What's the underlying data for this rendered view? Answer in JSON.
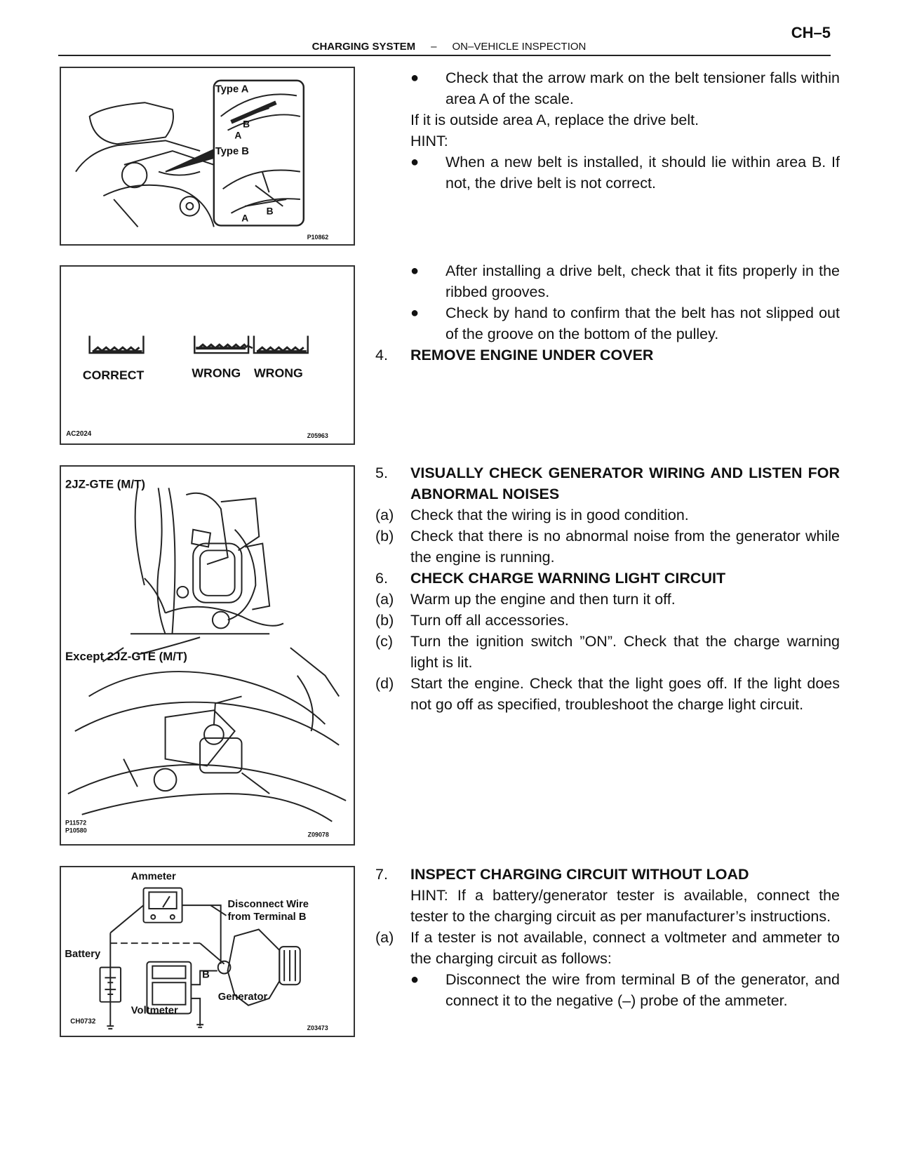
{
  "header": {
    "page_number": "CH–5",
    "section": "CHARGING SYSTEM",
    "separator": "–",
    "subsection": "ON–VEHICLE INSPECTION"
  },
  "figures": {
    "fig1": {
      "label_type_a": "Type A",
      "label_type_b": "Type B",
      "label_a": "A",
      "label_b": "B",
      "code": "P10862"
    },
    "fig2": {
      "correct": "CORRECT",
      "wrong1": "WRONG",
      "wrong2": "WRONG",
      "code_left": "AC2024",
      "code_right": "Z05963"
    },
    "fig3": {
      "title_top": "2JZ-GTE (M/T)",
      "title_bottom": "Except 2JZ-GTE (M/T)",
      "code_left1": "P11572",
      "code_left2": "P10580",
      "code_right": "Z09078"
    },
    "fig4": {
      "ammeter": "Ammeter",
      "disconnect1": "Disconnect Wire",
      "disconnect2": "from Terminal B",
      "battery": "Battery",
      "terminal_b": "B",
      "generator": "Generator",
      "voltmeter": "Voltmeter",
      "code_left": "CH0732",
      "code_right": "Z03473"
    }
  },
  "blocks": {
    "b1": {
      "bullet1": "Check that the arrow mark on the belt tensioner falls within area A of the scale.",
      "line1": "If it is outside area A, replace the drive belt.",
      "hint": "HINT:",
      "bullet2": "When a new belt is installed, it should lie within area B. If not, the drive belt is not correct."
    },
    "b2": {
      "bullet1": "After installing a drive belt, check that it fits properly in the ribbed grooves.",
      "bullet2": "Check by hand to confirm that the belt has not slipped out of the groove on the bottom of the pulley.",
      "step4_num": "4.",
      "step4_title": "REMOVE ENGINE UNDER COVER"
    },
    "b3": {
      "step5_num": "5.",
      "step5_title": "VISUALLY CHECK GENERATOR WIRING AND LISTEN FOR ABNORMAL NOISES",
      "s5a_mark": "(a)",
      "s5a": "Check that the wiring is in good condition.",
      "s5b_mark": "(b)",
      "s5b": "Check that there is no abnormal noise from the generator while the engine is running.",
      "step6_num": "6.",
      "step6_title": "CHECK CHARGE WARNING LIGHT CIRCUIT",
      "s6a_mark": "(a)",
      "s6a": "Warm up the engine and then turn it off.",
      "s6b_mark": "(b)",
      "s6b": "Turn off all accessories.",
      "s6c_mark": "(c)",
      "s6c": "Turn the ignition switch ”ON”. Check that the charge warning light is lit.",
      "s6d_mark": "(d)",
      "s6d": "Start the engine. Check that the light goes off. If the light does not go off as specified, troubleshoot the charge light circuit."
    },
    "b4": {
      "step7_num": "7.",
      "step7_title": "INSPECT CHARGING CIRCUIT WITHOUT LOAD",
      "hint": "HINT: If a battery/generator tester is available, connect the tester to the charging circuit as per manufacturer’s instructions.",
      "s7a_mark": "(a)",
      "s7a": "If a tester is not available, connect a voltmeter and ammeter to the charging circuit as follows:",
      "bullet1": "Disconnect the wire from terminal B of the generator, and connect it to the negative (–) probe of the ammeter."
    }
  },
  "bullet_glyph": "●"
}
